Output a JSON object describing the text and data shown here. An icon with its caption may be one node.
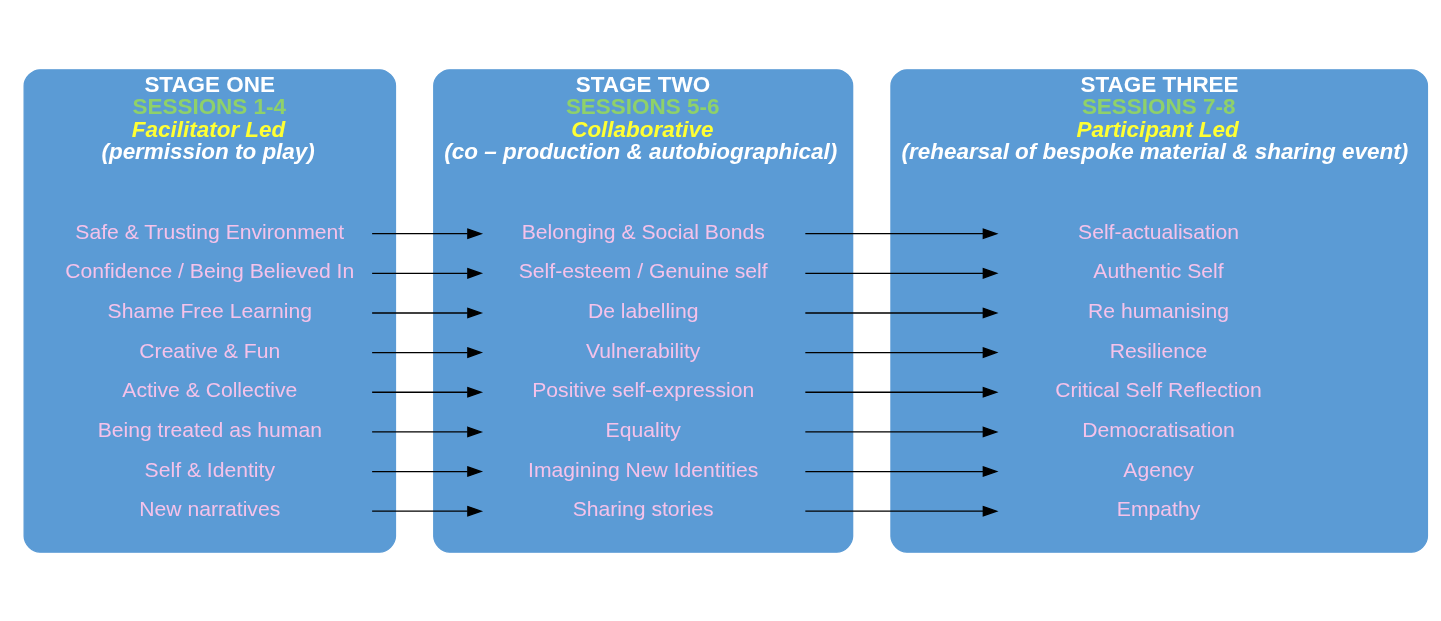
{
  "diagram": {
    "nodes": [
      {
        "text": [
          "STAGE ONE",
          "SESSIONS 1-4",
          "Facilitator Led",
          "(permission to play)"
        ]
      },
      {
        "text": [
          "Safe & Trusting Environment"
        ],
        "in": 0
      },
      {
        "text": [
          "Confidence / Being Believed In"
        ],
        "in": 0
      },
      {
        "text": [
          "Shame Free Learning"
        ],
        "in": 0
      },
      {
        "text": [
          "Creative & Fun"
        ],
        "in": 0
      },
      {
        "text": [
          "Active & Collective"
        ],
        "in": 0
      },
      {
        "text": [
          "Being treated as human"
        ],
        "in": 0
      },
      {
        "text": [
          "Self & Identity"
        ],
        "in": 0
      },
      {
        "text": [
          "New narratives"
        ],
        "in": 0
      },
      {
        "text": [
          "STAGE TWO",
          "SESSIONS 5-6",
          "Collaborative",
          "(co – production & autobiographical)"
        ]
      },
      {
        "text": [
          "Belonging & Social Bonds"
        ],
        "in": 9
      },
      {
        "text": [
          "Self-esteem / Genuine self"
        ],
        "in": 9
      },
      {
        "text": [
          "De labelling"
        ],
        "in": 9
      },
      {
        "text": [
          "Vulnerability"
        ],
        "in": 9
      },
      {
        "text": [
          "Positive self-expression"
        ],
        "in": 9
      },
      {
        "text": [
          "Equality"
        ],
        "in": 9
      },
      {
        "text": [
          "Imagining New Identities"
        ],
        "in": 9
      },
      {
        "text": [
          "Sharing stories"
        ],
        "in": 9
      },
      {
        "text": [
          "STAGE THREE",
          "SESSIONS 7-8",
          "Participant Led",
          "(rehearsal of bespoke material & sharing event)"
        ]
      },
      {
        "text": [
          "Self-actualisation"
        ],
        "in": 18
      },
      {
        "text": [
          "Authentic Self"
        ],
        "in": 18
      },
      {
        "text": [
          "Re humanising"
        ],
        "in": 18
      },
      {
        "text": [
          "Resilience"
        ],
        "in": 18
      },
      {
        "text": [
          "Critical Self Reflection"
        ],
        "in": 18
      },
      {
        "text": [
          "Democratisation"
        ],
        "in": 18
      },
      {
        "text": [
          "Agency"
        ],
        "in": 18
      },
      {
        "text": [
          "Empathy"
        ],
        "in": 18
      }
    ],
    "edges": [
      {
        "from": 1,
        "to": 10,
        "arrow": "to"
      },
      {
        "from": 2,
        "to": 11,
        "arrow": "to"
      },
      {
        "from": 3,
        "to": 12,
        "arrow": "to"
      },
      {
        "from": 4,
        "to": 13,
        "arrow": "to"
      },
      {
        "from": 5,
        "to": 14,
        "arrow": "to"
      },
      {
        "from": 6,
        "to": 15,
        "arrow": "to"
      },
      {
        "from": 7,
        "to": 16,
        "arrow": "to"
      },
      {
        "from": 8,
        "to": 17,
        "arrow": "to"
      },
      {
        "from": 10,
        "to": 19,
        "arrow": "to"
      },
      {
        "from": 11,
        "to": 20,
        "arrow": "to"
      },
      {
        "from": 12,
        "to": 21,
        "arrow": "to"
      },
      {
        "from": 13,
        "to": 22,
        "arrow": "to"
      },
      {
        "from": 14,
        "to": 23,
        "arrow": "to"
      },
      {
        "from": 15,
        "to": 24,
        "arrow": "to"
      },
      {
        "from": 16,
        "to": 25,
        "arrow": "to"
      },
      {
        "from": 17,
        "to": 26,
        "arrow": "to"
      }
    ]
  }
}
